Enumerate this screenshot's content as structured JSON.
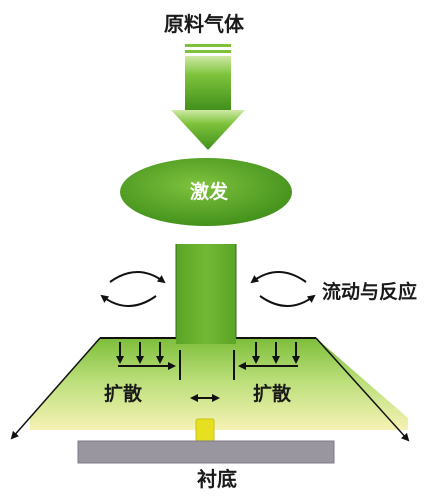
{
  "labels": {
    "feed_gas": "原料气体",
    "excitation": "激发",
    "flow_and_reaction": "流动与反应",
    "diffusion_left": "扩散",
    "diffusion_right": "扩散",
    "substrate": "衬底"
  },
  "colors": {
    "green_dark": "#3f8e1c",
    "green_mid": "#6cb52e",
    "green_light": "#a9d86a",
    "yellow_glow": "#f4f0a0",
    "substrate_gray": "#9a96a0",
    "deposit_yellow": "#e6e020",
    "arrow_black": "#111111"
  },
  "icons": [
    "down-arrow",
    "ellipse",
    "circular-flow-arrows",
    "diffusion-arrows",
    "double-headed-arrow"
  ]
}
